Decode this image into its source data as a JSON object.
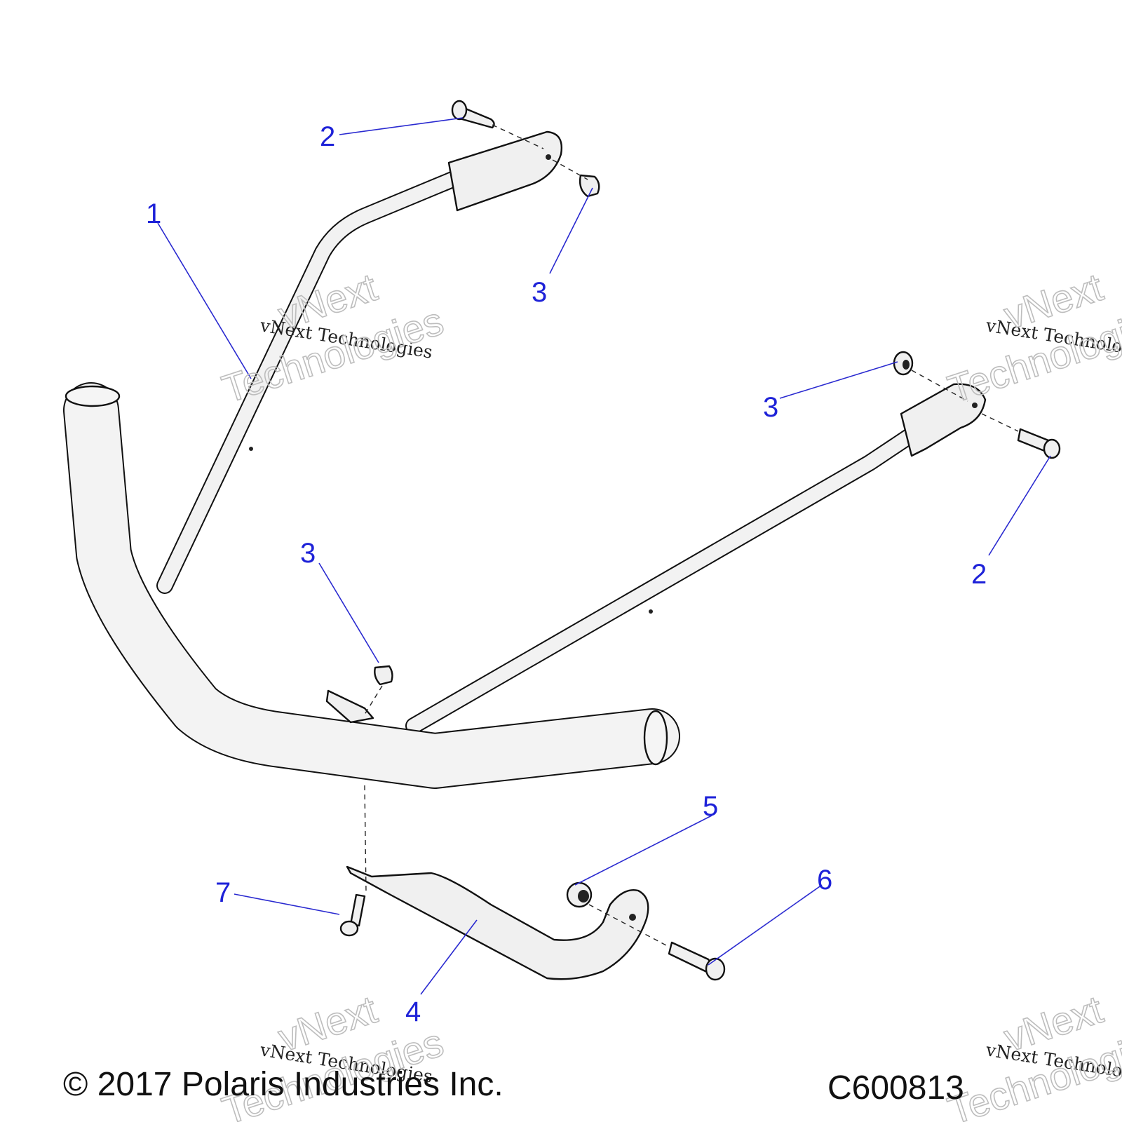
{
  "callouts": {
    "c1": "1",
    "c2_top": "2",
    "c2_right": "2",
    "c3_top": "3",
    "c3_right": "3",
    "c3_mid": "3",
    "c4": "4",
    "c5": "5",
    "c6": "6",
    "c7": "7"
  },
  "watermark": {
    "serif_text": "vNext Technologies",
    "outline_line1": "vNext",
    "outline_line2": "Technologies"
  },
  "footer": {
    "copyright": "© 2017 Polaris Industries Inc.",
    "figure_code": "C600813"
  },
  "colors": {
    "callout_text": "#1e22d8",
    "leader_line": "#2a2ad0"
  }
}
